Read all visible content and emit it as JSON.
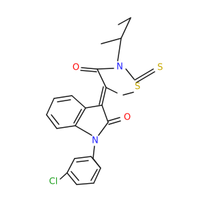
{
  "molecule": {
    "atoms": {
      "n_thiazolidine": {
        "label": "N",
        "color": "#1f1fff"
      },
      "o_thiazolidine": {
        "label": "O",
        "color": "#ff0d0d"
      },
      "s_thioxo": {
        "label": "S",
        "color": "#c7a800"
      },
      "s_ring": {
        "label": "S",
        "color": "#c7a800"
      },
      "o_indolinone": {
        "label": "O",
        "color": "#ff0d0d"
      },
      "n_indole": {
        "label": "N",
        "color": "#1f1fff"
      },
      "cl": {
        "label": "Cl",
        "color": "#1fa01f"
      }
    }
  }
}
